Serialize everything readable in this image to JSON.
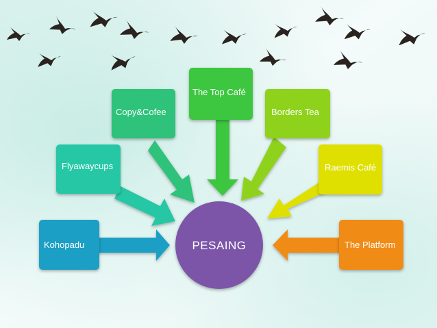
{
  "diagram": {
    "center": {
      "label": "PESAING",
      "color": "#7b55a8"
    },
    "nodes": [
      {
        "id": "kohopadu",
        "label": "Kohopadu",
        "color": "#1f9fc4"
      },
      {
        "id": "flyawaycups",
        "label": "Flyawaycups",
        "color": "#26c7a4"
      },
      {
        "id": "copy-cofee",
        "label": "Copy&Cofee",
        "color": "#2ec27a"
      },
      {
        "id": "the-top-cafe",
        "label": "The Top Café",
        "color": "#3cc63f"
      },
      {
        "id": "borders-tea",
        "label": "Borders Tea",
        "color": "#8fd21e"
      },
      {
        "id": "raemis-cafe",
        "label": "Raemis Café",
        "color": "#dfe000"
      },
      {
        "id": "the-platform",
        "label": "The Platform",
        "color": "#f08b18"
      }
    ]
  }
}
